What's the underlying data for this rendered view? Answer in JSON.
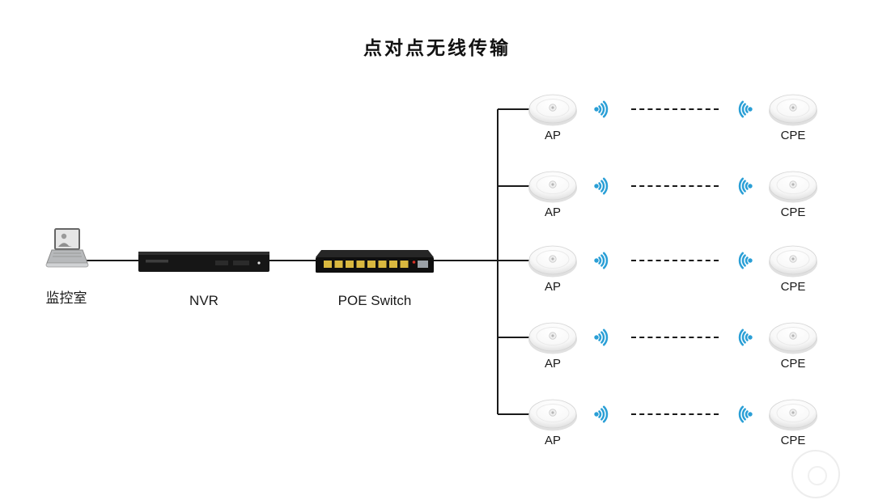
{
  "title": "点对点无线传输",
  "devices": {
    "laptop_label": "监控室",
    "nvr_label": "NVR",
    "switch_label": "POE Switch"
  },
  "colors": {
    "wifi_blue": "#2a9fd6",
    "line": "#1a1a1a",
    "port_yellow": "#d9b83f"
  },
  "rows": [
    {
      "ap_label": "AP",
      "cpe_label": "CPE"
    },
    {
      "ap_label": "AP",
      "cpe_label": "CPE"
    },
    {
      "ap_label": "AP",
      "cpe_label": "CPE"
    },
    {
      "ap_label": "AP",
      "cpe_label": "CPE"
    },
    {
      "ap_label": "AP",
      "cpe_label": "CPE"
    }
  ]
}
